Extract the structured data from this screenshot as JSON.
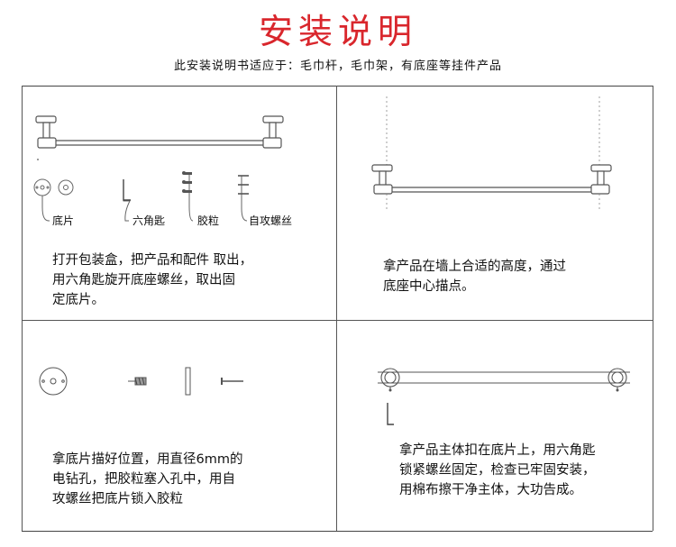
{
  "header": {
    "title": "安装说明",
    "subtitle": "此安装说明书适应于：毛巾杆，毛巾架，有底座等挂件产品"
  },
  "steps": [
    {
      "text_lines": [
        "打开包装盒，把产品和配件 取出，",
        "用六角匙旋开底座螺丝，取出固",
        "定底片。"
      ],
      "parts": [
        "底片",
        "六角匙",
        "胶粒",
        "自攻螺丝"
      ]
    },
    {
      "text_lines": [
        "拿产品在墙上合适的高度，通过",
        "底座中心描点。"
      ]
    },
    {
      "text_lines": [
        "拿底片描好位置，用直径6mm的",
        "电钻孔，把胶粒塞入孔中，用自",
        "攻螺丝把底片锁入胶粒"
      ]
    },
    {
      "text_lines": [
        "拿产品主体扣在底片上，用六角匙",
        "锁紧螺丝固定，检查已牢固安装，",
        "用棉布擦干净主体，大功告成。"
      ]
    }
  ]
}
